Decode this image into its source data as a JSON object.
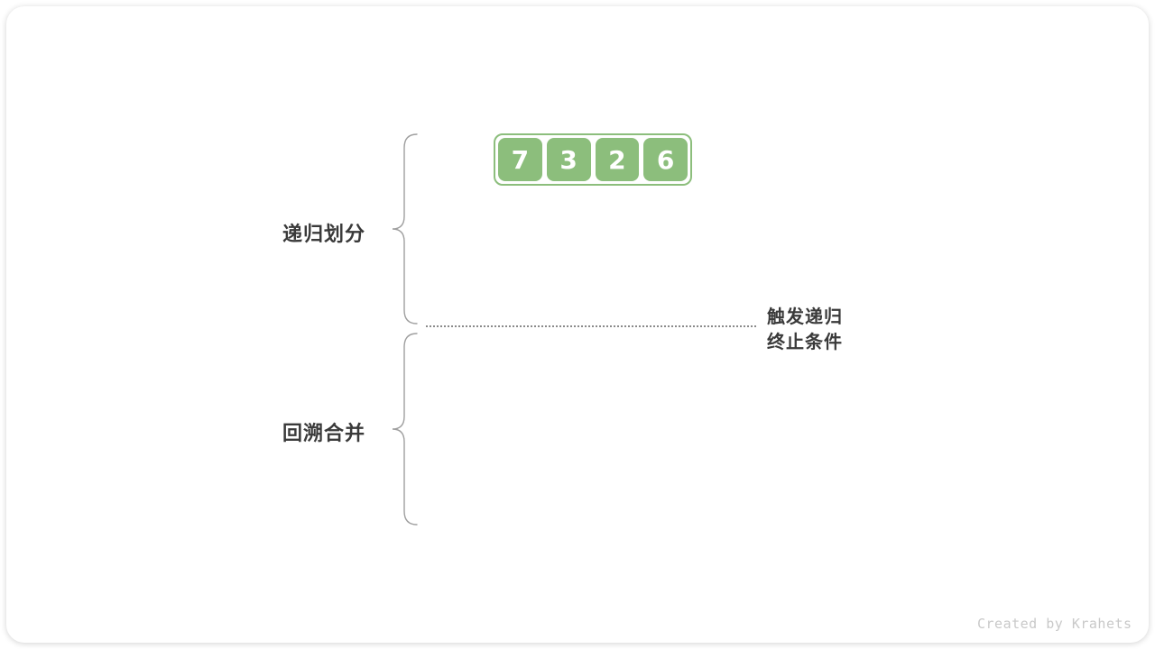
{
  "diagram": {
    "title_context": "merge sort recursion diagram",
    "array": {
      "values": [
        "7",
        "3",
        "2",
        "6"
      ]
    },
    "labels": {
      "divide": "递归划分",
      "merge": "回溯合并",
      "terminate_line1": "触发递归",
      "terminate_line2": "终止条件"
    },
    "watermark": "Created by Krahets",
    "colors": {
      "green": "#8cbe7c",
      "label_text": "#3a3a3a",
      "brace": "#9f9f9f",
      "dotted_line": "#8a8a8a",
      "watermark": "#c9c9c9",
      "card_background": "#ffffff"
    }
  }
}
